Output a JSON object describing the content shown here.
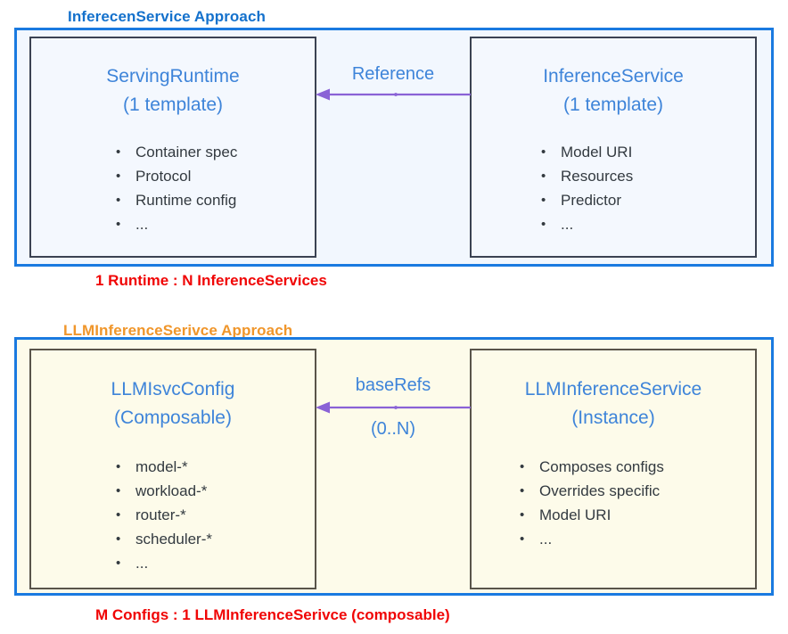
{
  "diagram": {
    "colors": {
      "frame_blue": "#1a7ae0",
      "title_blue": "#1471cc",
      "title_orange": "#f0962b",
      "box_title_blue": "#3e84d9",
      "caption_red": "#f00505",
      "arrow_purple": "#8a62d6",
      "bullet_text": "#333a40",
      "panel_light_blue": "#f2f7fe",
      "panel_cream": "#fdfbea"
    },
    "sections": {
      "top": {
        "title": "InferecenService Approach",
        "caption": "1 Runtime : N InferenceServices",
        "left_box": {
          "title_line1": "ServingRuntime",
          "title_line2": "(1 template)",
          "bullets": [
            "Container spec",
            "Protocol",
            "Runtime config",
            "..."
          ]
        },
        "right_box": {
          "title_line1": "InferenceService",
          "title_line2": "(1 template)",
          "bullets": [
            "Model URI",
            "Resources",
            "Predictor",
            "..."
          ]
        },
        "arrow": {
          "label_upper": "Reference",
          "label_lower": "",
          "direction": "right-to-left"
        }
      },
      "bottom": {
        "title": "LLMInferenceSerivce Approach",
        "caption": "M Configs : 1 LLMInferenceSerivce (composable)",
        "left_box": {
          "title_line1": "LLMIsvcConfig",
          "title_line2": "(Composable)",
          "bullets": [
            "model-*",
            "workload-*",
            "router-*",
            "scheduler-*",
            "..."
          ]
        },
        "right_box": {
          "title_line1": "LLMInferenceService",
          "title_line2": "(Instance)",
          "bullets": [
            "Composes configs",
            "Overrides specific",
            "Model URI",
            "..."
          ]
        },
        "arrow": {
          "label_upper": "baseRefs",
          "label_lower": "(0..N)",
          "direction": "right-to-left"
        }
      }
    }
  }
}
